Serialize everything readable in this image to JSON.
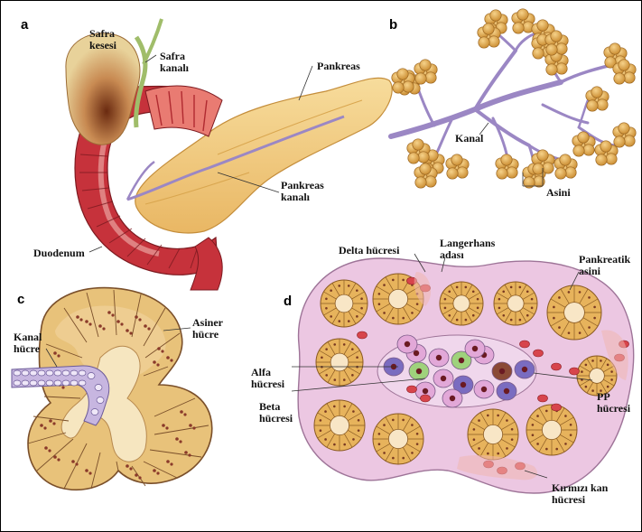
{
  "colors": {
    "pancreas": "#f3cf86",
    "pancreas_dark": "#d9a64f",
    "duodenum": "#c6323b",
    "duct": "#9b87c4",
    "acinus": "#e3a94a",
    "membrane": "#ebc6e0",
    "alpha_cell": "#9fd27c",
    "beta_cell": "#e2a8d8",
    "delta_cell": "#7a6cc0",
    "pp_cell": "#8a4a36",
    "red_cell": "#d7454c"
  },
  "panels": {
    "a": {
      "letter": "a",
      "labels": {
        "gallbladder": "Safra\nkesesi",
        "bile_duct": "Safra\nkanalı",
        "pancreas": "Pankreas",
        "pancreatic_duct": "Pankreas\nkanalı",
        "duodenum": "Duodenum"
      }
    },
    "b": {
      "letter": "b",
      "labels": {
        "duct": "Kanal",
        "acini": "Asini"
      }
    },
    "c": {
      "letter": "c",
      "labels": {
        "duct_cell": "Kanal\nhücre",
        "acinar_cell": "Asiner\nhücre"
      }
    },
    "d": {
      "letter": "d",
      "labels": {
        "delta": "Delta hücresi",
        "islet": "Langerhans\nadası",
        "acini": "Pankreatik\nasini",
        "alpha": "Alfa\nhücresi",
        "beta": "Beta\nhücresi",
        "pp": "PP\nhücresi",
        "rbc": "Kırmızı kan\nhücresi"
      }
    }
  }
}
